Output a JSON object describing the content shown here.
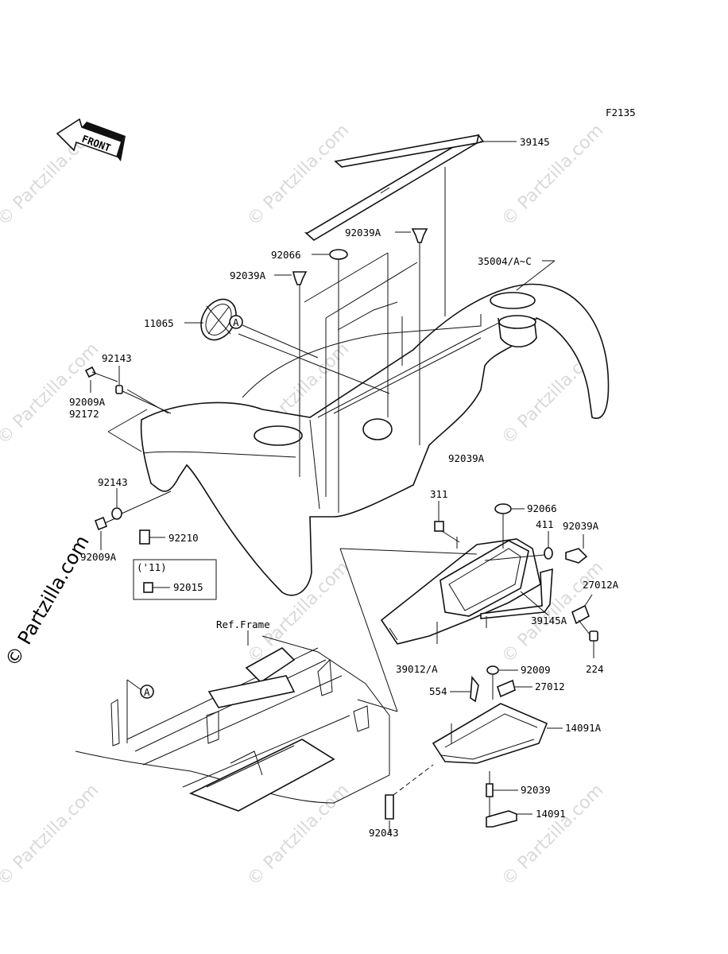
{
  "figure_code": "F2135",
  "direction_label": "FRONT",
  "ref_label": "Ref.Frame",
  "year_note": "('11)",
  "view_marker": "A",
  "watermark_vertical": "© Partzilla.com",
  "watermark_tile": "© Partzilla.com",
  "parts": {
    "p39145": "39145",
    "p92039A_top": "92039A",
    "p92066_top": "92066",
    "p35004": "35004/A~C",
    "p92039A_left": "92039A",
    "p11065": "11065",
    "p92143_top": "92143",
    "p92009A_top": "92009A",
    "p92172": "92172",
    "p92039A_mid": "92039A",
    "p92143_low": "92143",
    "p92009A_low": "92009A",
    "p92210": "92210",
    "p92015": "92015",
    "p311": "311",
    "p92066_right": "92066",
    "p411": "411",
    "p92039A_right": "92039A",
    "p27012A": "27012A",
    "p39145A": "39145A",
    "p224": "224",
    "p39012A": "39012/A",
    "p92009": "92009",
    "p27012": "27012",
    "p554": "554",
    "p14091A": "14091A",
    "p92039": "92039",
    "p92043": "92043",
    "p14091": "14091"
  },
  "colors": {
    "line": "#111111",
    "watermark": "#d9d9d9",
    "background": "#ffffff"
  }
}
